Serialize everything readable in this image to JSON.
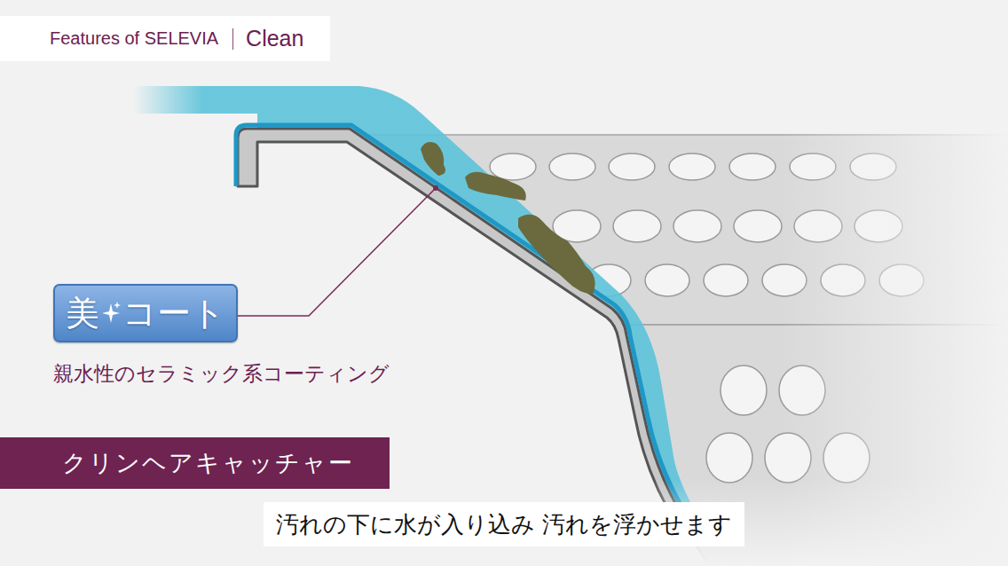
{
  "diagram": {
    "caption": "汚れの下に水が入り込み 汚れを浮かせます",
    "nodes": [
      {
        "text": [
          "Features of SELEVIA",
          "Clean"
        ]
      },
      {
        "text": [
          "美",
          "コート"
        ]
      },
      {
        "text": [
          "クリンヘアキャッチャー"
        ]
      }
    ],
    "labels": [
      "親水性のセラミック系コーティング"
    ]
  }
}
